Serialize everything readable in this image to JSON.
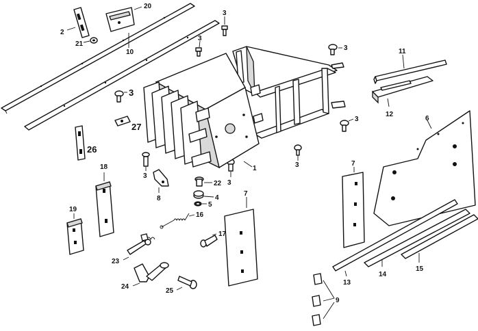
{
  "callouts": {
    "c1": "1",
    "c2": "2",
    "c3a": "3",
    "c3b": "3",
    "c3c": "3",
    "c3d": "3",
    "c3e": "3",
    "c3f": "3",
    "c3g": "3",
    "c3h": "3",
    "c4": "4",
    "c5": "5",
    "c6": "6",
    "c7a": "7",
    "c7b": "7",
    "c8": "8",
    "c9": "9",
    "c10": "10",
    "c11": "11",
    "c12": "12",
    "c13": "13",
    "c14": "14",
    "c15": "15",
    "c16": "16",
    "c17": "17",
    "c18": "18",
    "c19": "19",
    "c20": "20",
    "c21": "21",
    "c22": "22",
    "c23": "23",
    "c24": "24",
    "c25": "25",
    "c26": "26",
    "c27": "27"
  }
}
